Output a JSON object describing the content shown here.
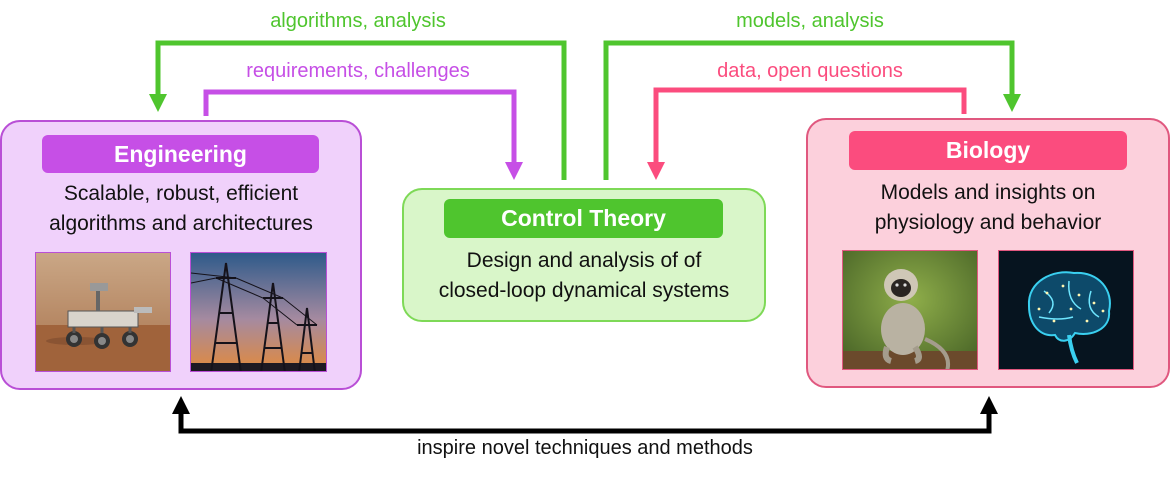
{
  "engineering": {
    "title": "Engineering",
    "description_line1": "Scalable, robust, efficient",
    "description_line2": "algorithms and architectures",
    "images": [
      "rover photo",
      "power lines photo"
    ]
  },
  "control": {
    "title": "Control Theory",
    "description_line1": "Design and analysis of of",
    "description_line2": "closed-loop dynamical systems"
  },
  "biology": {
    "title": "Biology",
    "description_line1": "Models and insights on",
    "description_line2": "physiology and behavior",
    "images": [
      "monkey photo",
      "brain illustration"
    ]
  },
  "arrows": {
    "algorithms_analysis": "algorithms, analysis",
    "requirements_challenges": "requirements, challenges",
    "models_analysis": "models, analysis",
    "data_open_questions": "data, open questions",
    "inspire": "inspire novel techniques and methods"
  },
  "colors": {
    "engineering": "#c64fe6",
    "control": "#4fc52e",
    "biology": "#fb4c7e",
    "inspire": "#000000"
  }
}
